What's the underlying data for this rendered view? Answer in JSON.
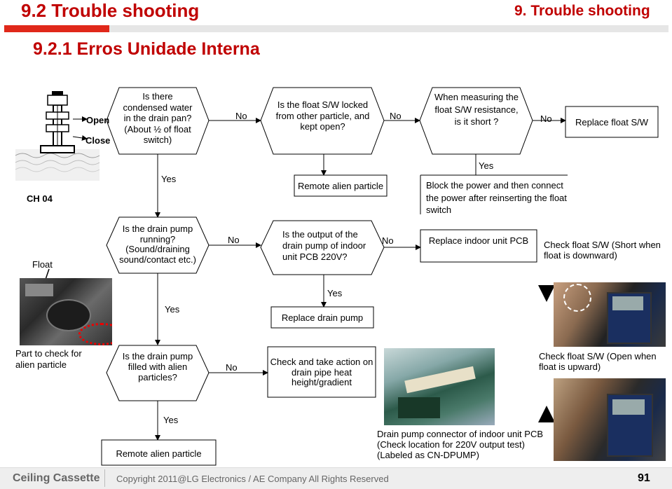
{
  "header": {
    "title": "9.2 Trouble shooting",
    "section_right": "9. Trouble shooting",
    "subtitle": "9.2.1 Erros Unidade Interna"
  },
  "labels": {
    "open": "Open",
    "close": "Close",
    "ch04": "CH 04",
    "float": "Float",
    "part_check": "Part to check for alien particle"
  },
  "flow": {
    "q1": "Is there condensed water in the drain pan? (About ½ of float switch)",
    "q2": "Is the float S/W locked from other particle, and kept open?",
    "q3": "When measuring the float S/W resistance, is it short ?",
    "a_replace_float": "Replace float S/W",
    "a_remote_alien_1": "Remote alien particle",
    "a_block_power": "Block the power and then connect the power after reinserting the float switch",
    "q4": "Is the drain pump running? (Sound/draining sound/contact etc.)",
    "q5": "Is the output of the drain pump of indoor unit PCB 220V?",
    "a_replace_pcb": "Replace indoor unit PCB",
    "check_short": "Check float S/W (Short when float is downward)",
    "a_replace_pump": "Replace drain pump",
    "q6": "Is the drain pump filled with alien particles?",
    "a_check_pipe": "Check and take action on drain pipe heat height/gradient",
    "check_open": "Check float S/W (Open when float is upward)",
    "a_remote_alien_2": "Remote alien particle",
    "connector_note": "Drain pump connector of indoor unit PCB (Check location for 220V output test) (Labeled as CN-DPUMP)",
    "no1": "No",
    "no2": "No",
    "no3": "No",
    "no4": "No",
    "no5": "No",
    "no6": "No",
    "yes1": "Yes",
    "yes2": "Yes",
    "yes3": "Yes",
    "yes4": "Yes",
    "yes5": "Yes"
  },
  "footer": {
    "product": "Ceiling Cassette",
    "copyright": "Copyright 2011@LG Electronics / AE Company All Rights Reserved",
    "page": "91"
  }
}
